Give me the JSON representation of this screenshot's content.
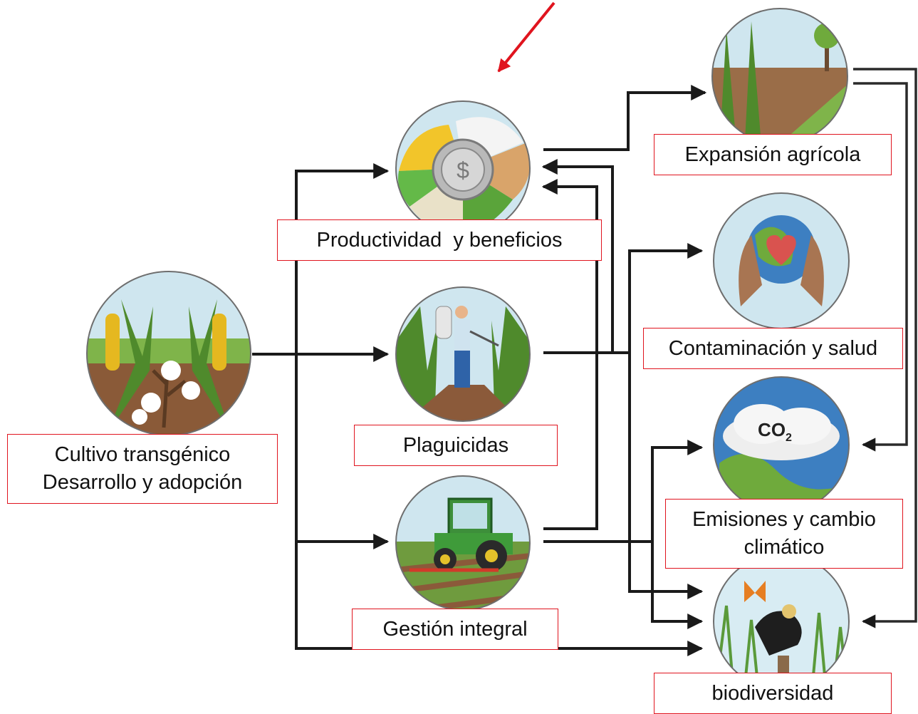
{
  "nodes": {
    "cultivo": {
      "lines": [
        "Cultivo transgénico",
        "Desarrollo y adopción"
      ],
      "icon": "corn-cotton-field-icon"
    },
    "productividad": {
      "label": "Productividad  y beneficios",
      "icon": "money-crops-icon"
    },
    "plaguicidas": {
      "label": "Plaguicidas",
      "icon": "farmer-spraying-icon"
    },
    "gestion": {
      "label": "Gestión integral",
      "icon": "tractor-icon"
    },
    "expansion": {
      "label": "Expansión agrícola",
      "icon": "corn-deforestation-icon"
    },
    "contaminacion": {
      "label": "Contaminación y salud",
      "icon": "hands-holding-earth-icon"
    },
    "emisiones": {
      "lines": [
        "Emisiones y cambio",
        "climático"
      ],
      "icon": "co2-cloud-earth-icon"
    },
    "biodiversidad": {
      "label": "biodiversidad",
      "icon": "bird-butterfly-icon"
    }
  },
  "co2_text": "CO",
  "co2_subscript": "2",
  "currency_symbol": "$",
  "colors": {
    "label_border": "#e0141e",
    "pointer_arrow": "#e0141e",
    "connector": "#1a1a1a",
    "circle_border": "#6e6e6e"
  }
}
